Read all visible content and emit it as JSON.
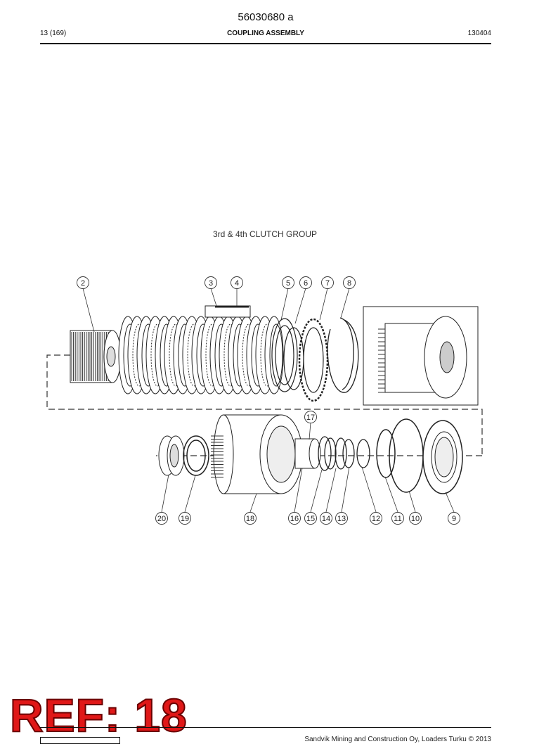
{
  "header": {
    "doc_number": "56030680 a",
    "page": "13 (169)",
    "title": "COUPLING ASSEMBLY",
    "date_code": "130404"
  },
  "diagram": {
    "title": "3rd & 4th CLUTCH GROUP",
    "callouts": [
      "2",
      "3",
      "4",
      "5",
      "6",
      "7",
      "8",
      "17",
      "20",
      "19",
      "18",
      "16",
      "15",
      "14",
      "13",
      "12",
      "11",
      "10",
      "9"
    ]
  },
  "overlay": {
    "ref_label": "REF: 18"
  },
  "footer": {
    "copyright": "Sandvik Mining and Construction Oy, Loaders Turku © 2013"
  }
}
